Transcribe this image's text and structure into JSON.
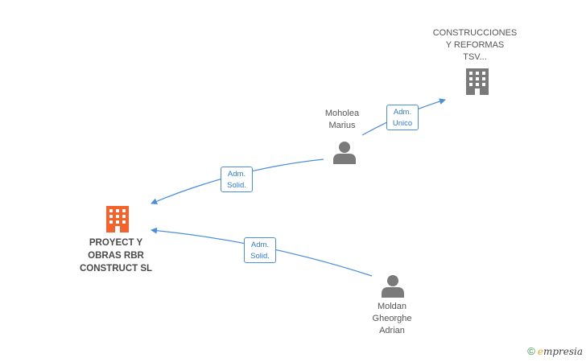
{
  "nodes": {
    "company_main": {
      "label": "PROYECT Y\nOBRAS RBR\nCONSTRUCT SL",
      "icon": "building-icon",
      "color": "#f4632b"
    },
    "company_tsv": {
      "label": "CONSTRUCCIONES\nY REFORMAS\nTSV...",
      "icon": "building-icon",
      "color": "#7a7a7a"
    },
    "person_moholea": {
      "label": "Moholea\nMarius",
      "icon": "person-icon",
      "color": "#7a7a7a"
    },
    "person_moldan": {
      "label": "Moldan\nGheorghe\nAdrian",
      "icon": "person-icon",
      "color": "#7a7a7a"
    }
  },
  "edges": [
    {
      "from": "person_moholea",
      "to": "company_tsv",
      "label_line1": "Adm.",
      "label_line2": "Unico"
    },
    {
      "from": "person_moholea",
      "to": "company_main",
      "label_line1": "Adm.",
      "label_line2": "Solid."
    },
    {
      "from": "person_moldan",
      "to": "company_main",
      "label_line1": "Adm.",
      "label_line2": "Solid."
    }
  ],
  "colors": {
    "edge": "#4a8fe0"
  },
  "footer": {
    "copyright": "©",
    "brand_e": "e",
    "brand_rest": "mpresia"
  }
}
